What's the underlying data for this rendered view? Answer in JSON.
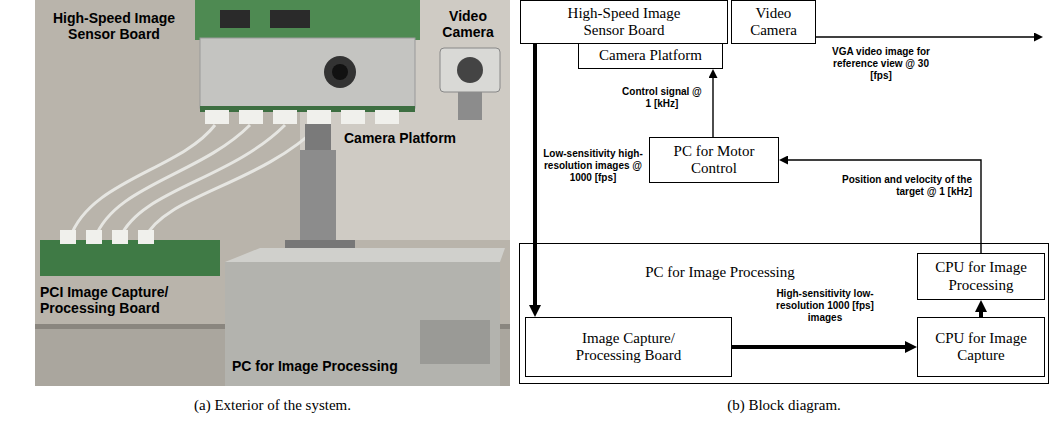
{
  "diagram": {
    "nodes": [
      {
        "text": [
          "High-Speed Image Sensor Board"
        ]
      },
      {
        "text": [
          "Video Camera"
        ]
      },
      {
        "text": [
          "Camera Platform"
        ]
      },
      {
        "text": [
          "PC for Motor Control"
        ]
      },
      {
        "text": [
          "PC for Image Processing"
        ]
      },
      {
        "text": [
          "CPU for Image Processing"
        ],
        "in": 4
      },
      {
        "text": [
          "Image Capture/ Processing Board"
        ],
        "in": 4
      },
      {
        "text": [
          "CPU for Image Capture"
        ],
        "in": 4
      }
    ],
    "edges": [
      {
        "from": 0,
        "to": 6,
        "arrow": "to",
        "label": "Low-sensitivity high-resolution images @ 1000 [fps]"
      },
      {
        "from": 6,
        "to": 7,
        "arrow": "to",
        "label": "High-sensitivity low-resolution 1000 [fps] images"
      },
      {
        "from": 7,
        "to": 5,
        "arrow": "to"
      },
      {
        "from": 5,
        "to": 3,
        "arrow": "to",
        "label": "Position and velocity of the target @ 1 [kHz]"
      },
      {
        "from": 3,
        "to": 2,
        "arrow": "to",
        "label": "Control signal @ 1 [kHz]"
      }
    ],
    "labels": [
      "High-Speed Image Sensor Board",
      "Video Camera",
      "Camera Platform",
      "PCI Image Capture/ Processing Board",
      "PC for Image Processing",
      "VGA video image for reference view @ 30 [fps]",
      "(a) Exterior of the system.",
      "(b) Block diagram."
    ]
  }
}
